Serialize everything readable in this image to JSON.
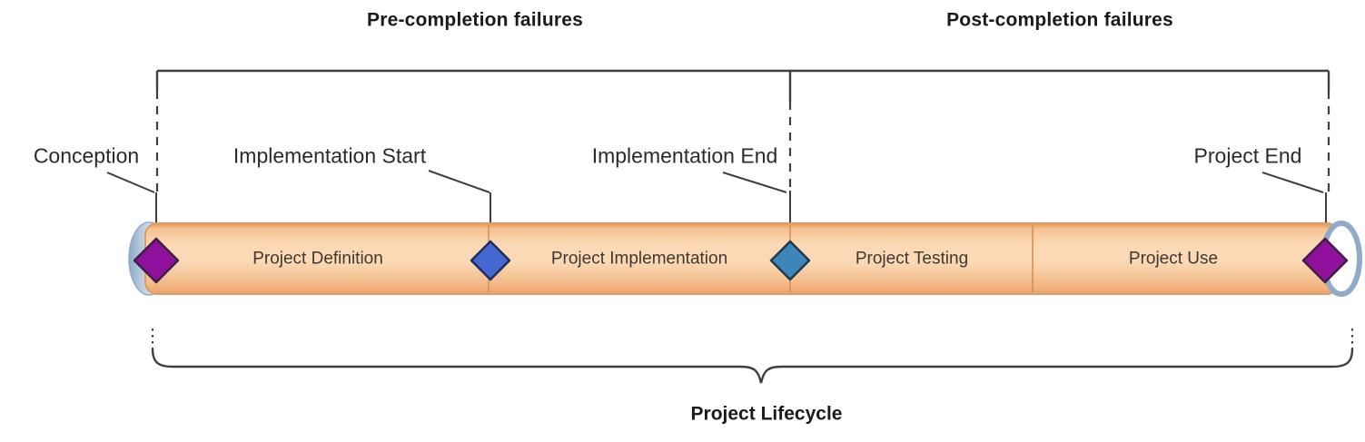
{
  "region_titles": {
    "pre": "Pre-completion failures",
    "post": "Post-completion failures"
  },
  "milestones": [
    {
      "id": "conception",
      "label": "Conception"
    },
    {
      "id": "implementation-start",
      "label": "Implementation Start"
    },
    {
      "id": "implementation-end",
      "label": "Implementation End"
    },
    {
      "id": "project-end",
      "label": "Project End"
    }
  ],
  "phases": [
    {
      "id": "definition",
      "label": "Project Definition"
    },
    {
      "id": "implementation",
      "label": "Project Implementation"
    },
    {
      "id": "testing",
      "label": "Project Testing"
    },
    {
      "id": "use",
      "label": "Project Use"
    }
  ],
  "lifecycle_label": "Project Lifecycle",
  "colors": {
    "line": "#3f3f3f",
    "bar_border": "#dd9c62",
    "bar_top_edge": "#e6944f",
    "bar_upper": "#f5c292",
    "bar_mid": "#fbd9b5",
    "bar_lower": "#f3ba88",
    "bar_bottom_edge": "#eca26b",
    "divider": "#d6945c",
    "cap_dark": "#8ea9c8",
    "cap_light": "#eef3f9",
    "ring_stroke": "#93abc7",
    "milestone_purple": "#8e109b",
    "milestone_blue": "#4468d0",
    "milestone_steel_blue": "#3e85ba",
    "diamond_outline_purple": "#3c2144",
    "diamond_outline_blue": "#1e2c5e",
    "diamond_outline_steel": "#1f3a50"
  }
}
